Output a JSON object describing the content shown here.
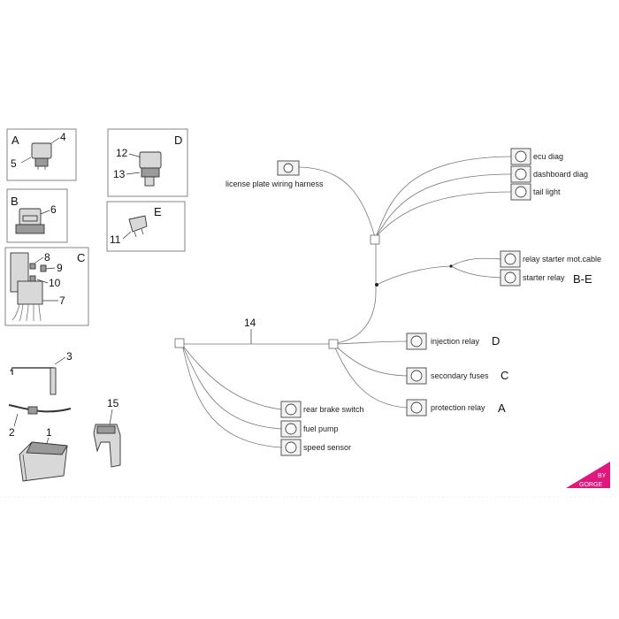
{
  "groups": {
    "A": {
      "letter": "A",
      "numbers": [
        "4",
        "5"
      ]
    },
    "B": {
      "letter": "B",
      "numbers": [
        "6"
      ]
    },
    "C": {
      "letter": "C",
      "numbers": [
        "8",
        "9",
        "10",
        "7"
      ]
    },
    "D": {
      "letter": "D",
      "numbers": [
        "12",
        "13"
      ]
    },
    "E": {
      "letter": "E",
      "numbers": [
        "11"
      ]
    }
  },
  "loose_parts": [
    "3",
    "2",
    "1",
    "15"
  ],
  "harness": {
    "number": "14",
    "connectors": {
      "license_plate": "license plate wiring harness",
      "ecu_diag": "ecu diag",
      "dashboard_diag": "dashboard diag",
      "tail_light": "tail light",
      "relay_starter_mot_cable": "relay starter mot.cable",
      "starter_relay": "starter relay",
      "injection_relay": "injection relay",
      "secondary_fuses": "secondary fuses",
      "protection_relay": "protection relay",
      "rear_brake_switch": "rear brake switch",
      "fuel_pump": "fuel pump",
      "speed_sensor": "speed sensor"
    },
    "refs": {
      "starter_relay": "B-E",
      "injection_relay": "D",
      "secondary_fuses": "C",
      "protection_relay": "A"
    }
  },
  "logo": {
    "line1": "BY",
    "line2": "GORGE",
    "color": "#e0177e"
  }
}
